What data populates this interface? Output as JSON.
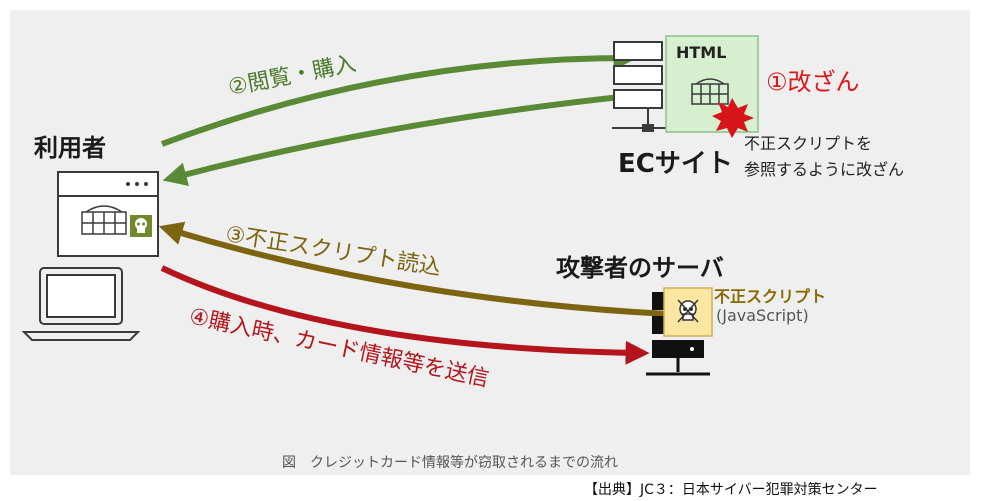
{
  "actors": {
    "user": "利用者",
    "ec_site": "ECサイト",
    "attacker_server": "攻撃者のサーバ"
  },
  "ec_box": {
    "html_label": "HTML"
  },
  "tamper": {
    "label": "①改ざん",
    "note_line1": "不正スクリプトを",
    "note_line2": "参照するように改ざん"
  },
  "malicious_script": {
    "title": "不正スクリプト",
    "subtitle": "(JavaScript)"
  },
  "steps": {
    "browse_purchase": "②閲覧・購入",
    "load_script": "③不正スクリプト読込",
    "send_card": "④購入時、カード情報等を送信"
  },
  "caption": "図　クレジットカード情報等が窃取されるまでの流れ",
  "source": "【出典】JC３：日本サイバー犯罪対策センター",
  "colors": {
    "green_arrow": "#5a8a35",
    "gold_arrow": "#7d6410",
    "red_arrow": "#b4141c",
    "tamper_red": "#e0161b",
    "html_box": "#d6efcf",
    "script_box": "#fbe7a2"
  }
}
